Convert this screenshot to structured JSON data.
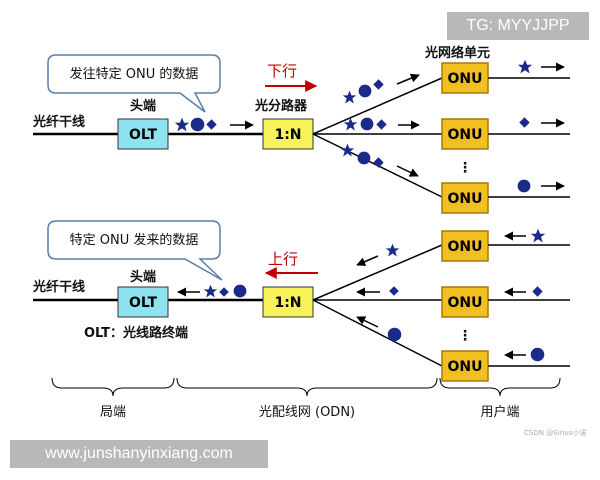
{
  "watermark": {
    "tg": "TG: MYYJJPP",
    "site": "www.junshanyinxiang.com",
    "csdn": "CSDN @Sirius小诺"
  },
  "downstream": {
    "callout": "发往特定 ONU 的数据",
    "direction": "下行",
    "trunk_label": "光纤干线",
    "head_label": "头端",
    "olt": "OLT",
    "splitter_label": "光分路器",
    "splitter": "1:N",
    "onu_unit_label": "光网络单元",
    "onu": [
      "ONU",
      "ONU",
      "ONU"
    ],
    "ellipsis": "⋮"
  },
  "upstream": {
    "callout": "特定 ONU 发来的数据",
    "direction": "上行",
    "trunk_label": "光纤干线",
    "head_label": "头端",
    "olt": "OLT",
    "olt_note": "OLT：光线路终端",
    "splitter": "1:N",
    "onu": [
      "ONU",
      "ONU",
      "ONU"
    ],
    "ellipsis": "⋮"
  },
  "sections": {
    "central": "局端",
    "odn": "光配线网 (ODN)",
    "user": "用户端"
  },
  "colors": {
    "olt_fill": "#8fe3f0",
    "splitter_fill": "#f7f25a",
    "onu_fill": "#f0c020",
    "onu_border": "#b07800",
    "symbol": "#1a2b8c",
    "direction_arrow": "#c00000",
    "direction_text": "#c00000",
    "callout_border": "#5a7ea8"
  },
  "symbols": [
    "star-icon",
    "circle-icon",
    "diamond-icon"
  ]
}
